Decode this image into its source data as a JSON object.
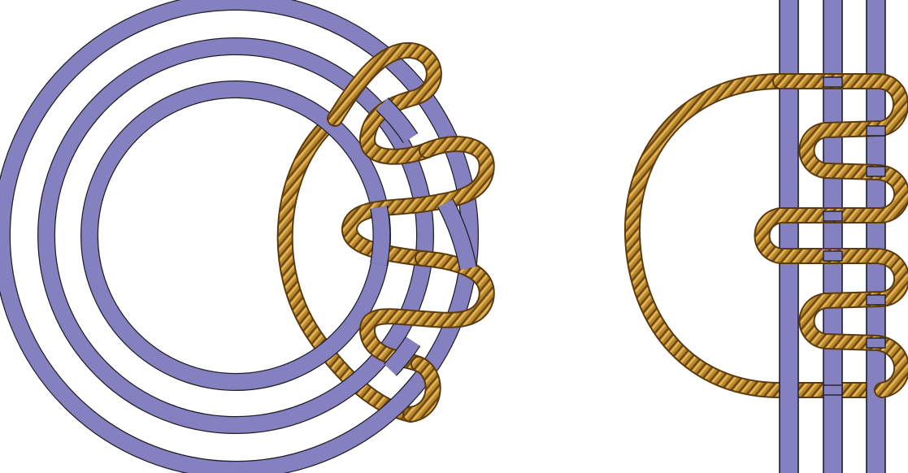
{
  "colors": {
    "ring_fill": "#8580bf",
    "ring_stroke": "#1e1e24",
    "rope_base": "#b8862d",
    "rope_light": "#e3b24f",
    "rope_dark": "#5a3a0e",
    "background": "#ffffff"
  },
  "figures": [
    {
      "name": "circular-rope-hitch",
      "ring_count": 3,
      "rope_wraps": 5
    },
    {
      "name": "straight-rope-hitch",
      "bar_count": 3,
      "rope_wraps": 5
    }
  ]
}
